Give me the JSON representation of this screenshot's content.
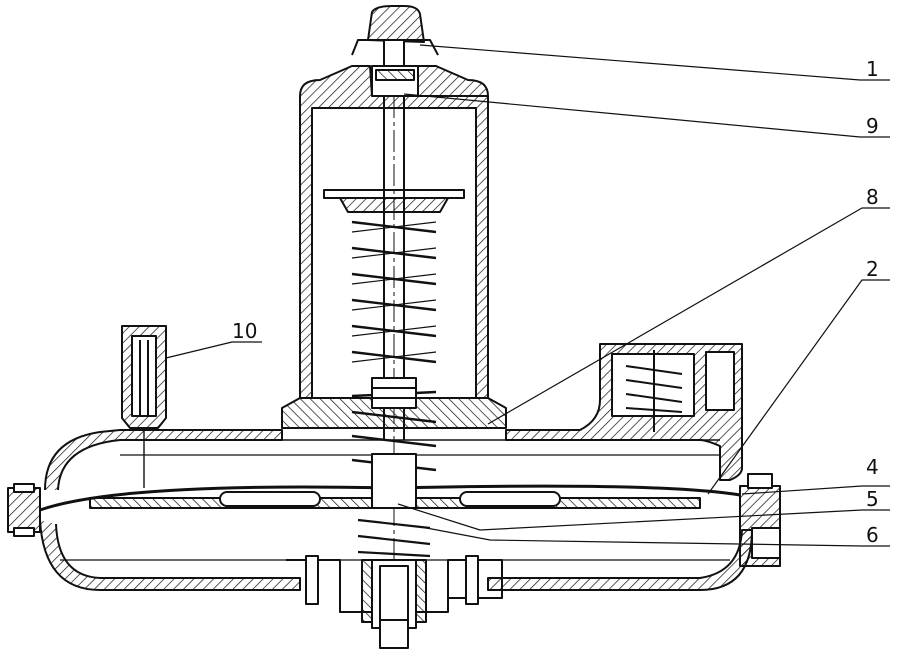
{
  "diagram": {
    "callouts": [
      {
        "id": "c1",
        "label": "1"
      },
      {
        "id": "c9",
        "label": "9"
      },
      {
        "id": "c8",
        "label": "8"
      },
      {
        "id": "c2",
        "label": "2"
      },
      {
        "id": "c10",
        "label": "10"
      },
      {
        "id": "c4",
        "label": "4"
      },
      {
        "id": "c5",
        "label": "5"
      },
      {
        "id": "c6",
        "label": "6"
      }
    ]
  }
}
